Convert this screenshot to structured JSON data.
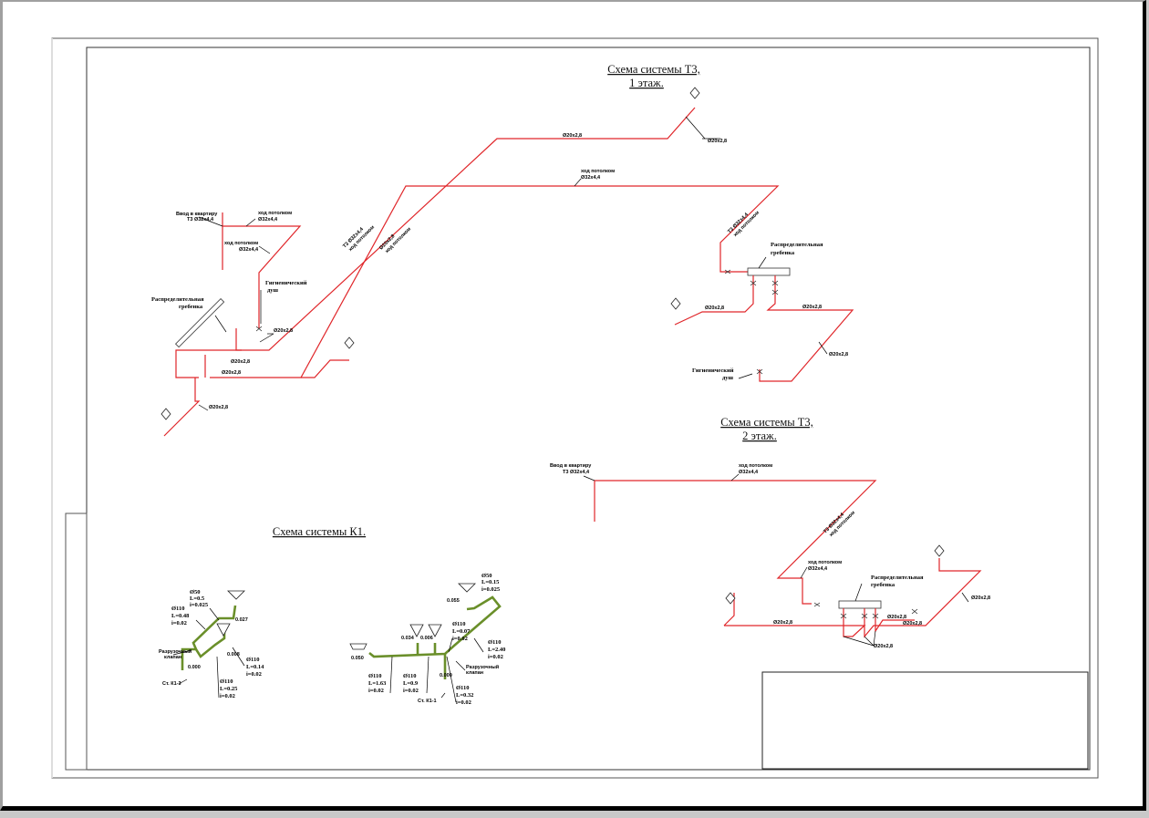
{
  "sheet": {
    "titles": {
      "t3_floor1_line1": "Схема системы Т3,",
      "t3_floor1_line2": "1 этаж.",
      "t3_floor2_line1": "Схема системы Т3,",
      "t3_floor2_line2": "2 этаж.",
      "k1": "Схема системы К1."
    }
  },
  "t3_floor1": {
    "labels": {
      "riser_in_line1": "Ввод в квартиру",
      "riser_in_line2": "Т3 Ø32х4,4",
      "under_ceiling_a1": "ход потолком",
      "under_ceiling_a2": "Ø32х4,4",
      "under_ceiling_b1": "ход потолком",
      "under_ceiling_b2": "Ø32х4,4",
      "diag_a1": "Т3 Ø32х4,4",
      "diag_a2": "ход потолком",
      "diag_b1": "Ø20х2,8",
      "diag_b2": "ход потолком",
      "top_run": "Ø20х2,8",
      "top_right_drop": "Ø20х2,8",
      "mid_run_1": "ход потолком",
      "mid_run_2": "Ø32х4,4",
      "hygienic_shower_1": "Гигиенический",
      "hygienic_shower_2": "душ",
      "manifold_1": "Распределительная",
      "manifold_2": "гребенка",
      "d20_a": "Ø20х2,8",
      "d20_b": "Ø20х2,8",
      "d20_c": "Ø20х2,8",
      "d20_d": "Ø20х2,8",
      "right_diag_1": "Т3 Ø32х4,4",
      "right_diag_2": "ход потолком",
      "right_manifold_1": "Распределительная",
      "right_manifold_2": "гребенка",
      "right_left_run": "Ø20х2,8",
      "right_right_run": "Ø20х2,8",
      "right_diag_run": "Ø20х2,8",
      "right_shower_1": "Гигиенический",
      "right_shower_2": "душ"
    }
  },
  "t3_floor2": {
    "labels": {
      "riser_in_1": "Ввод в квартиру",
      "riser_in_2": "Т3 Ø32х4,4",
      "top_run_1": "ход потолком",
      "top_run_2": "Ø32х4,4",
      "diag_1": "Т3 Ø32х4,4",
      "diag_2": "ход потолком",
      "under_ceiling_1": "ход потолком",
      "under_ceiling_2": "Ø32х4,4",
      "manifold_1": "Распределительная",
      "manifold_2": "гребенка",
      "left_run": "Ø20х2,8",
      "right_run_a": "Ø20х2,8",
      "right_run_b": "Ø20х2,8",
      "right_diag": "Ø20х2,8",
      "bottom_group": "Ø20х2,8"
    }
  },
  "k1_left": {
    "labels": {
      "d50": "Ø50",
      "d50_L": "L=0.5",
      "d50_i": "i=0.025",
      "d110a": "Ø110",
      "d110a_L": "L=0.48",
      "d110a_i": "i=0.02",
      "level_a": "0.027",
      "level_b": "0.008",
      "level_c": "0.000",
      "cleanout_1": "Разрузочный",
      "cleanout_2": "клапан",
      "d110b": "Ø110",
      "d110b_L": "L=0.14",
      "d110b_i": "i=0.02",
      "d110c": "Ø110",
      "d110c_L": "L=0.25",
      "d110c_i": "i=0.02",
      "riser": "Ст. К1-3"
    }
  },
  "k1_right": {
    "labels": {
      "d50": "Ø50",
      "d50_L": "L=0.15",
      "d50_i": "i=0.025",
      "level_sink": "0.055",
      "level_a": "0.034",
      "level_b": "0.006",
      "level_c": "0.050",
      "level_d": "0.000",
      "d110a": "Ø110",
      "d110a_L": "L=0.07",
      "d110a_i": "i=0.02",
      "d110b": "Ø110",
      "d110b_L": "L=2.40",
      "d110b_i": "i=0.02",
      "cleanout_1": "Разрузочный",
      "cleanout_2": "клапан",
      "d110c": "Ø110",
      "d110c_L": "L=1.63",
      "d110c_i": "i=0.02",
      "d110d": "Ø110",
      "d110d_L": "L=0.9",
      "d110d_i": "i=0.02",
      "d110e": "Ø110",
      "d110e_L": "L=0.32",
      "d110e_i": "i=0.02",
      "riser": "Ст. К1-1"
    }
  },
  "colors": {
    "hot_water_pipe": "#e0262a",
    "sewer_pipe": "#6a8f2a",
    "leader": "#000000"
  }
}
